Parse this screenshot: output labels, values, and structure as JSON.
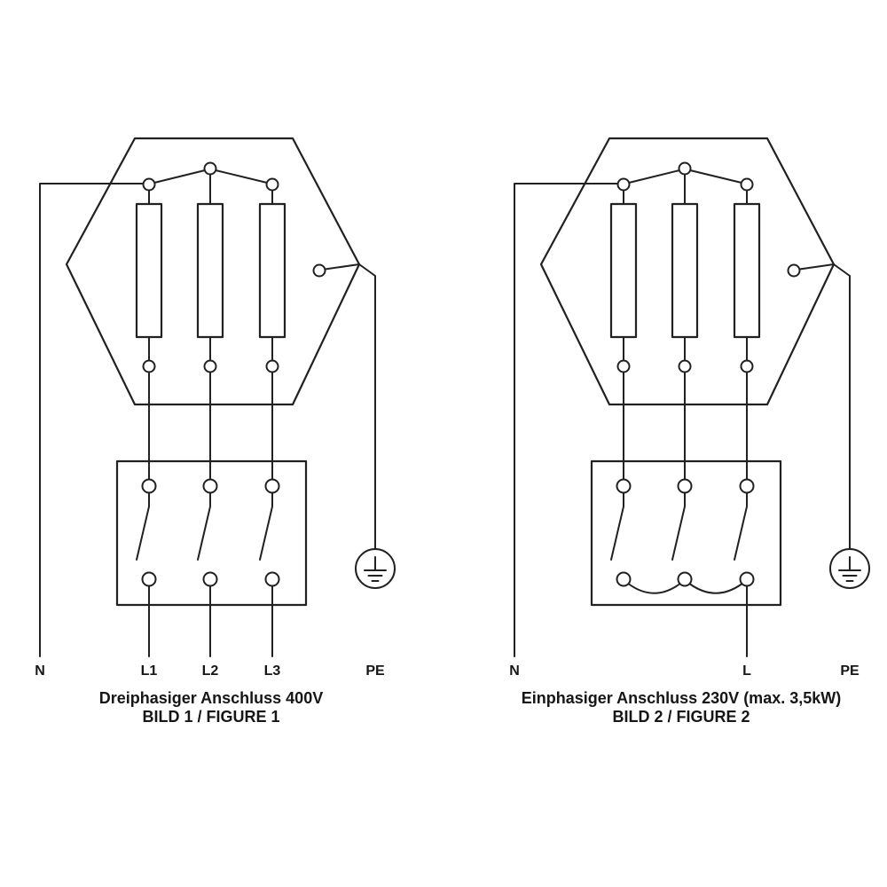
{
  "page": {
    "background_color": "#ffffff",
    "ink_color": "#212121"
  },
  "figure1": {
    "caption": "Dreiphasiger Anschluss 400V",
    "subcaption": "BILD 1 / FIGURE 1",
    "terminals": {
      "n": "N",
      "l1": "L1",
      "l2": "L2",
      "l3": "L3",
      "pe": "PE"
    }
  },
  "figure2": {
    "caption": "Einphasiger Anschluss 230V (max. 3,5kW)",
    "subcaption": "BILD 2 / FIGURE 2",
    "terminals": {
      "n": "N",
      "l": "L",
      "pe": "PE"
    }
  }
}
